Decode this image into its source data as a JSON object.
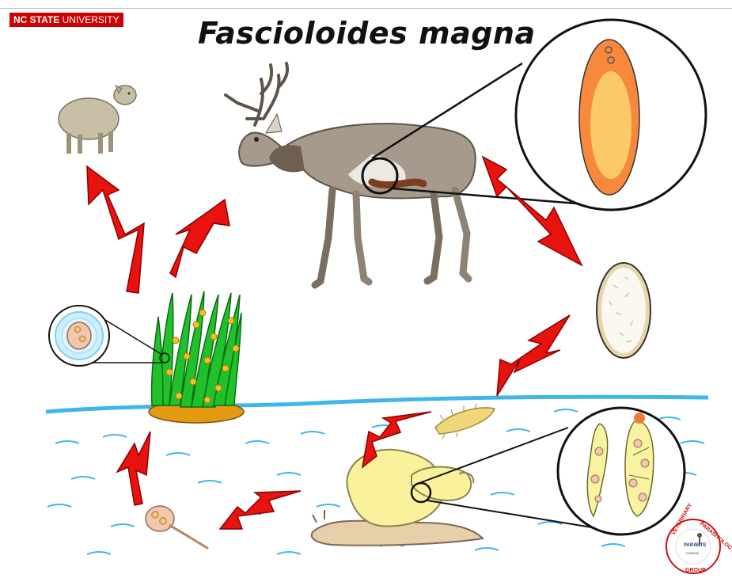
{
  "header": {
    "institution_bold": "NC STATE",
    "institution_rest": "UNIVERSITY",
    "title": "Fascioloides magna"
  },
  "logo": {
    "ring_top": "VETERINARY",
    "ring_right": "PARASITOLOGY",
    "ring_bottom": "GROUP",
    "center_a": "PARA",
    "center_b": "SITE",
    "center_c": "CHARGE"
  },
  "colors": {
    "arrow": "#e8130f",
    "water": "#3fb6ea",
    "grass": "#21c12c",
    "fluke": "#f7883c",
    "snail": "#faf19c"
  }
}
